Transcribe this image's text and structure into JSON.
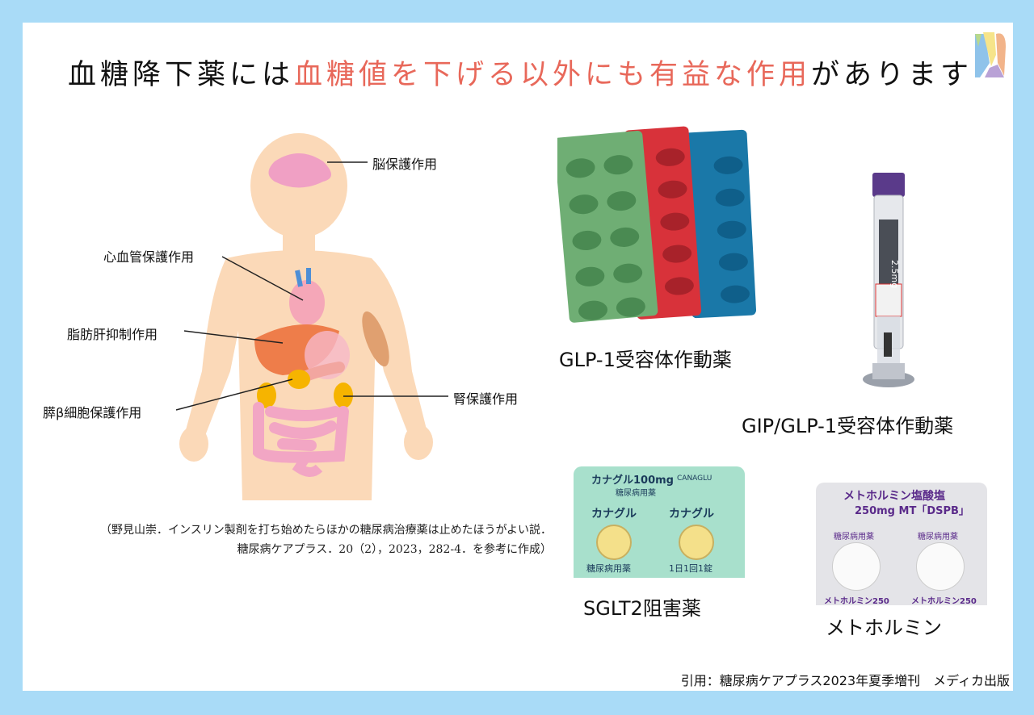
{
  "title": {
    "part1": "血糖降下薬には",
    "highlight": "血糖値を下げる以外にも有益な作用",
    "part2": "があります"
  },
  "colors": {
    "frame": "#a9dbf7",
    "highlight": "#e8685a",
    "body": "#fbd9b8"
  },
  "effects": [
    {
      "label": "脳保護作用"
    },
    {
      "label": "心血管保護作用"
    },
    {
      "label": "脂肪肝抑制作用"
    },
    {
      "label": "膵β細胞保護作用"
    },
    {
      "label": "腎保護作用"
    }
  ],
  "reference": {
    "line1": "（野見山崇．インスリン製剤を打ち始めたらほかの糖尿病治療薬は止めたほうがよい説．",
    "line2": "糖尿病ケアプラス．20（2），2023，282-4．を参考に作成）"
  },
  "drugs": [
    {
      "label": "GLP-1受容体作動薬"
    },
    {
      "label": "GIP/GLP-1受容体作動薬",
      "pen_dose": "2.5mg"
    },
    {
      "label": "SGLT2阻害薬",
      "pack_text": "カナグル100mg",
      "pack_sub": "糖尿病用薬",
      "pack_brand": "CANAGLU",
      "pack_name": "カナグル",
      "pack_bottom1": "糖尿病用薬",
      "pack_bottom2": "1日1回1錠"
    },
    {
      "label": "メトホルミン",
      "pack_text": "メトホルミン塩酸塩",
      "pack_sub": "250mg MT「DSPB」",
      "pack_mid": "糖尿病用薬",
      "pack_bottom": "メトホルミン250"
    }
  ],
  "source": "引用：糖尿病ケアプラス2023年夏季増刊　メディカ出版"
}
